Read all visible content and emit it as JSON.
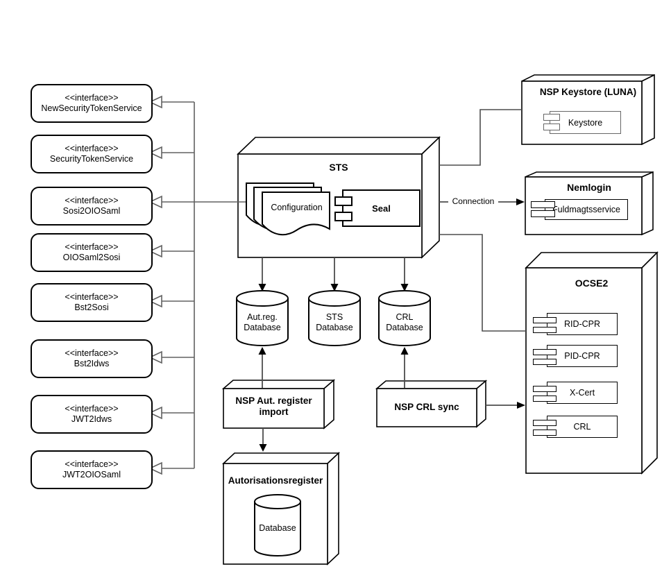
{
  "diagram": {
    "interfaces": [
      {
        "stereotype": "<<interface>>",
        "name": "NewSecurityTokenService"
      },
      {
        "stereotype": "<<interface>>",
        "name": "SecurityTokenService"
      },
      {
        "stereotype": "<<interface>>",
        "name": "Sosi2OIOSaml"
      },
      {
        "stereotype": "<<interface>>",
        "name": "OIOSaml2Sosi"
      },
      {
        "stereotype": "<<interface>>",
        "name": "Bst2Sosi"
      },
      {
        "stereotype": "<<interface>>",
        "name": "Bst2Idws"
      },
      {
        "stereotype": "<<interface>>",
        "name": "JWT2Idws"
      },
      {
        "stereotype": "<<interface>>",
        "name": "JWT2OIOSaml"
      }
    ],
    "sts": {
      "title": "STS",
      "configuration": "Configuration",
      "seal": "Seal"
    },
    "nsp_keystore": {
      "title": "NSP Keystore (LUNA)",
      "component": "Keystore"
    },
    "nemlogin": {
      "title": "Nemlogin",
      "component": "Fuldmagtsservice"
    },
    "connection_label": "Connection",
    "ocse2": {
      "title": "OCSE2",
      "components": [
        "RID-CPR",
        "PID-CPR",
        "X-Cert",
        "CRL"
      ]
    },
    "databases": [
      {
        "line1": "Aut.reg.",
        "line2": "Database"
      },
      {
        "line1": "STS",
        "line2": "Database"
      },
      {
        "line1": "CRL",
        "line2": "Database"
      }
    ],
    "nsp_aut_register_import": {
      "line1": "NSP Aut. register",
      "line2": "import"
    },
    "nsp_crl_sync": {
      "title": "NSP CRL sync"
    },
    "autorisationsregister": {
      "title": "Autorisationsregister",
      "database": "Database"
    },
    "colors": {
      "shape_stroke": "#000000",
      "connector": "#4d4d4d",
      "interface_connector": "#616161",
      "component_gray": "#666666",
      "fill": "#ffffff"
    }
  }
}
